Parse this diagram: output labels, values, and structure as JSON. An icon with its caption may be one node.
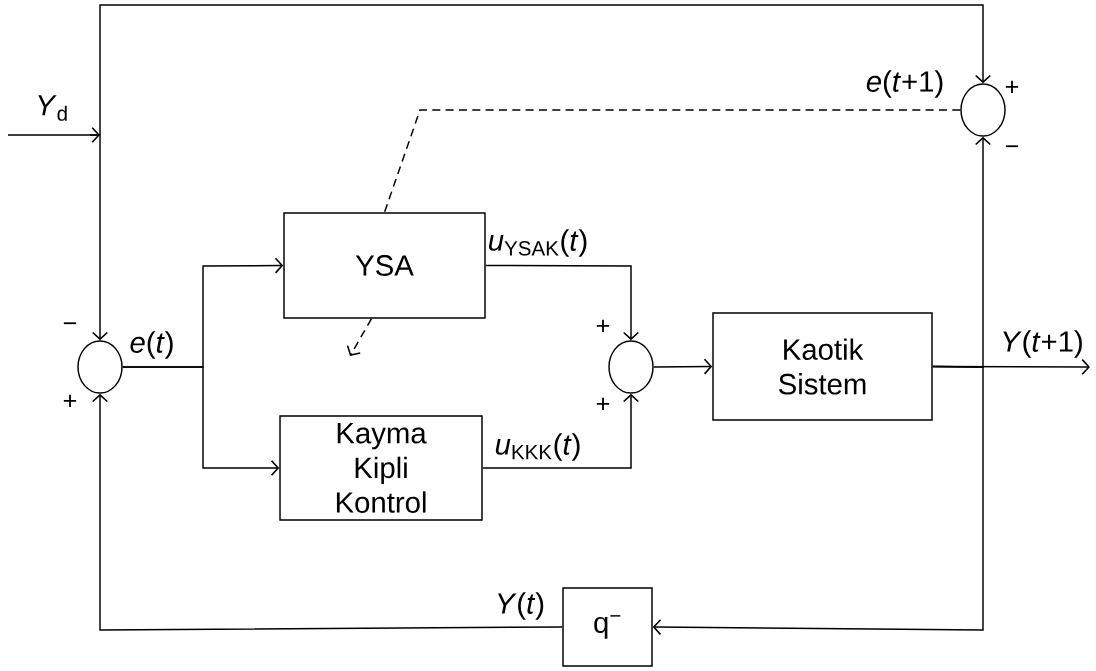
{
  "diagram": {
    "nodes": [
      {
        "text": [],
        "shape": "circle"
      },
      {
        "text": [
          "YSA"
        ]
      },
      {
        "text": [
          "Kayma Kipli Kontrol"
        ]
      },
      {
        "text": [],
        "shape": "circle"
      },
      {
        "text": [
          "Kaotik Sistem"
        ]
      },
      {
        "text": [],
        "shape": "circle"
      },
      {
        "text": [
          "q$^{−}$"
        ]
      }
    ],
    "edges": [
      {
        "from": null,
        "to": 0,
        "arrow": "to",
        "label": "*Y*$_{d}$"
      },
      {
        "from": null,
        "to": 5,
        "arrow": "to"
      },
      {
        "from": 0,
        "to": 1,
        "arrow": "to",
        "label": "*e*(*t*)"
      },
      {
        "from": 0,
        "to": 2,
        "arrow": "to"
      },
      {
        "from": 1,
        "to": 3,
        "arrow": "to",
        "label": "*u*$_{YSAK}$(*t*)"
      },
      {
        "from": 2,
        "to": 3,
        "arrow": "to",
        "label": "*u*$_{KKK}$(*t*)"
      },
      {
        "from": 3,
        "to": 4,
        "arrow": "to"
      },
      {
        "from": 4,
        "to": null,
        "arrow": "to",
        "label": "*Y*(*t*+1)"
      },
      {
        "from": 4,
        "to": 5,
        "arrow": "to"
      },
      {
        "from": 4,
        "to": 6,
        "arrow": "to"
      },
      {
        "from": 6,
        "to": 0,
        "arrow": "to",
        "label": "*Y*(*t*)"
      },
      {
        "from": 5,
        "to": 1,
        "arrow": "none",
        "label": "*e*(*t*+1)",
        "style": "dashed"
      },
      {
        "from": 1,
        "to": null,
        "arrow": "to",
        "style": "dashed"
      }
    ],
    "labels": [
      "+",
      "−",
      "−",
      "+",
      "+",
      "+"
    ]
  }
}
